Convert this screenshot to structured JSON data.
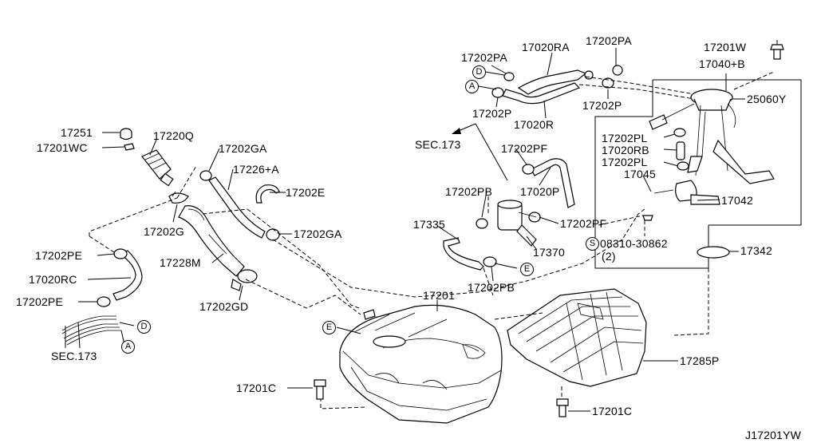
{
  "labels": {
    "l17251": "17251",
    "l17201wc": "17201WC",
    "l17220q": "17220Q",
    "l17202ga_top": "17202GA",
    "l17226a": "17226+A",
    "l17202e": "17202E",
    "l17202ga_bot": "17202GA",
    "l17202g": "17202G",
    "l17228m": "17228M",
    "l17202pe_top": "17202PE",
    "l17020rc": "17020RC",
    "l17202pe_bot": "17202PE",
    "l17202gd": "17202GD",
    "lsec173_left": "SEC.173",
    "l17202pa_left": "17202PA",
    "l17020ra": "17020RA",
    "l17202pa_right": "17202PA",
    "l17202p_left": "17202P",
    "l17020r": "17020R",
    "l17202p_right": "17202P",
    "lsec173_mid": "SEC.173",
    "l17202pf_top": "17202PF",
    "l17020p": "17020P",
    "l17202pb_top": "17202PB",
    "l17202pf_bot": "17202PF",
    "l17335": "17335",
    "l17370": "17370",
    "l17202pb_bot": "17202PB",
    "l17201w": "17201W",
    "l17040b": "17040+B",
    "l25060y": "25060Y",
    "l17202pl_top": "17202PL",
    "l17020rb": "17020RB",
    "l17202pl_bot": "17202PL",
    "l17045": "17045",
    "l17042": "17042",
    "l08310": "08310-30862",
    "l08310_qty": "(2)",
    "l08310_sym": "S",
    "l17342": "17342",
    "l17201": "17201",
    "l17201c_left": "17201C",
    "l17285p": "17285P",
    "l17201c_right": "17201C",
    "lref": "J17201YW"
  },
  "markers": {
    "d_left": "D",
    "a_left": "A",
    "d_top": "D",
    "a_top": "A",
    "e_mid": "E",
    "e_tank": "E"
  }
}
